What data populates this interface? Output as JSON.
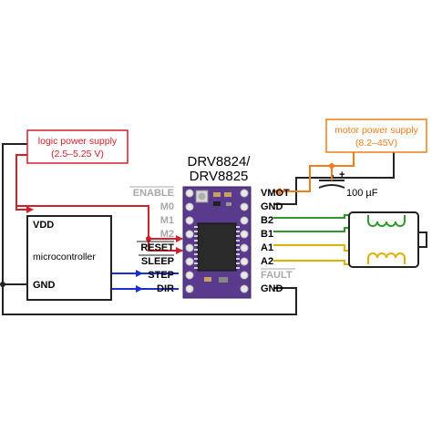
{
  "logic_supply": {
    "line1": "logic power supply",
    "line2": "(2.5–5.25 V)"
  },
  "motor_supply": {
    "line1": "motor power supply",
    "line2": "(8.2–45V)"
  },
  "board": {
    "title_line1": "DRV8824/",
    "title_line2": "DRV8825"
  },
  "microcontroller": {
    "label": "microcontroller",
    "vdd": "VDD",
    "gnd": "GND"
  },
  "left_pins": {
    "enable": "ENABLE",
    "m0": "M0",
    "m1": "M1",
    "m2": "M2",
    "reset": "RESET",
    "sleep": "SLEEP",
    "step": "STEP",
    "dir": "DIR"
  },
  "right_pins": {
    "vmot": "VMOT",
    "gnd_top": "GND",
    "b2": "B2",
    "b1": "B1",
    "a1": "A1",
    "a2": "A2",
    "fault": "FAULT",
    "gnd_bottom": "GND"
  },
  "capacitor": {
    "value": "100 µF",
    "polarity": "+"
  },
  "colors": {
    "logic": "#d0202a",
    "motor_supply": "#f07d1a",
    "signal": "#1a2fd0",
    "coil_b": "#2e9a2e",
    "coil_a": "#e0b200",
    "board": "#5a3a8c",
    "disabled_pin": "#a8a8a8"
  }
}
